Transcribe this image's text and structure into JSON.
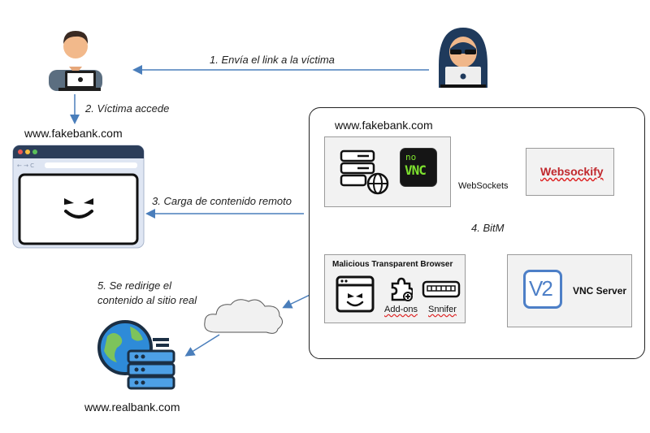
{
  "steps": {
    "step1": "1. Envía el link a la víctima",
    "step2": "2. Víctima accede",
    "step3": "3. Carga de contenido remoto",
    "step4": "4. BitM",
    "step5_line1": "5. Se redirige el",
    "step5_line2": "contenido al sitio real"
  },
  "labels": {
    "fake_domain_left": "www.fakebank.com",
    "fake_domain_right": "www.fakebank.com",
    "real_domain": "www.realbank.com",
    "websockets": "WebSockets",
    "websockify": "Websockify",
    "novnc_top": "no",
    "novnc_bottom": "VNC",
    "vnc_server": "VNC Server",
    "vnc_logo": "V2",
    "browser_title": "Malicious Transparent Browser",
    "addons": "Add-ons",
    "sniffer": "Snnifer"
  },
  "colors": {
    "arrow_blue": "#4a7ebb",
    "websockify_red": "#c0282d",
    "novnc_green": "#7ee22f",
    "vnc_blue": "#4d7fc7"
  }
}
